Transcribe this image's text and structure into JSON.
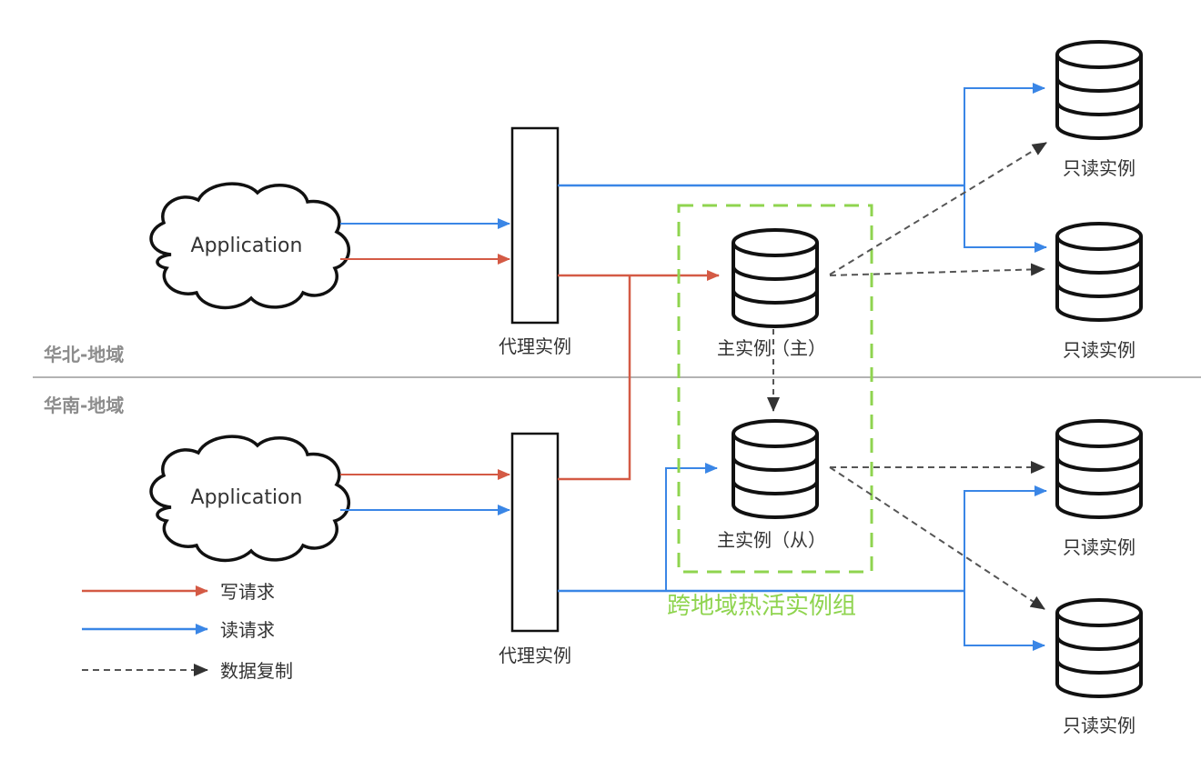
{
  "colors": {
    "write": "#d45a45",
    "read": "#3a86e6",
    "replicate": "#555555",
    "group_border": "#8fd44f",
    "region_divider": "#9a9a9a"
  },
  "regions": {
    "north": "华北-地域",
    "south": "华南-地域"
  },
  "applications": {
    "north": "Application",
    "south": "Application"
  },
  "proxies": {
    "north": "代理实例",
    "south": "代理实例"
  },
  "primaries": {
    "master": "主实例（主）",
    "slave": "主实例（从）"
  },
  "group_label": "跨地域热活实例组",
  "read_only": [
    "只读实例",
    "只读实例",
    "只读实例",
    "只读实例"
  ],
  "legend": [
    {
      "type": "write",
      "label": "写请求"
    },
    {
      "type": "read",
      "label": "读请求"
    },
    {
      "type": "replicate",
      "label": "数据复制"
    }
  ]
}
